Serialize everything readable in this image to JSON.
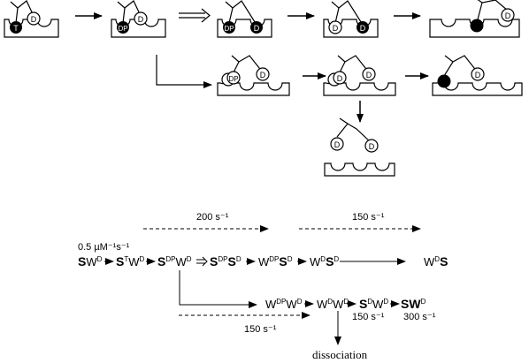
{
  "cartoon": {
    "head_labels": {
      "T": "T",
      "DP": "DP",
      "D": "D"
    }
  },
  "scheme": {
    "rate_top_left": "200 s⁻¹",
    "rate_top_right": "150 s⁻¹",
    "rate_bottom_left": "150 s⁻¹",
    "rate_under_SDWD": "150 s⁻¹",
    "rate_under_SWD": "300 s⁻¹",
    "binding_rate": "0.5 µM⁻¹s⁻¹",
    "dissociation": "dissociation"
  },
  "colors": {
    "ink": "#000000",
    "filled_head": "#000000",
    "open_head": "#ffffff"
  }
}
